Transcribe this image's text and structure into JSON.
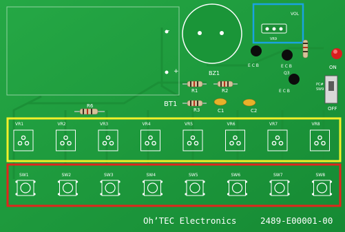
{
  "board": {
    "brand": "Oh’TEC Electronics",
    "part_number": "2489-E00001-00",
    "pcb_color": "#1f9a3a",
    "silk_color": "#ffffff"
  },
  "components": {
    "buzzer_label": "BZ1",
    "battery_label": "BT1",
    "resistor_labels": [
      "R1",
      "R2",
      "R3",
      "R6"
    ],
    "capacitor_labels": [
      "C1",
      "C2"
    ],
    "transistor_labels": [
      "Q3"
    ],
    "transistor_pin_row": "E C B",
    "vol_label": "VOL",
    "vr9_label": "VR9",
    "switch_on_label": "ON",
    "switch_off_label": "OFF",
    "power_label": "PC#\nSW9",
    "polarity_minus": "−",
    "polarity_plus": "+"
  },
  "highlights": {
    "pot_row_color": "#f2ef2a",
    "switch_row_color": "#e0261c",
    "vol_box_color": "#1aa3e0"
  },
  "pots": [
    "VR1",
    "VR2",
    "VR3",
    "VR4",
    "VR5",
    "VR6",
    "VR7",
    "VR8"
  ],
  "switches": [
    "SW1",
    "SW2",
    "SW3",
    "SW4",
    "SW5",
    "SW6",
    "SW7",
    "SW8"
  ]
}
